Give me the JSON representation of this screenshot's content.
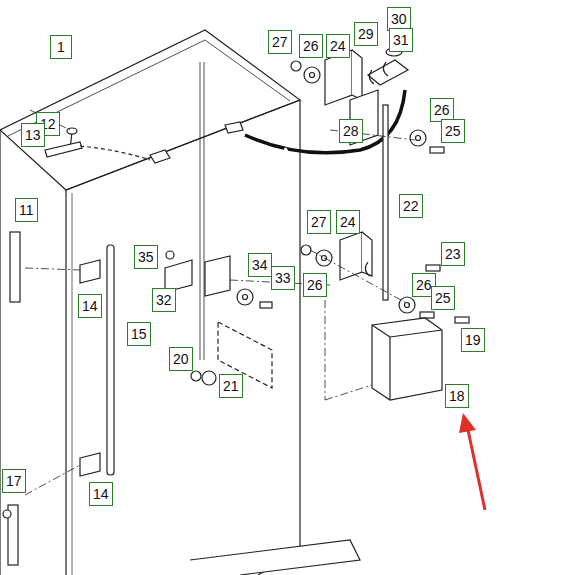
{
  "diagram": {
    "labels": [
      "1",
      "12",
      "13",
      "11",
      "27",
      "26",
      "24",
      "29",
      "30",
      "31",
      "28",
      "26",
      "25",
      "22",
      "27",
      "24",
      "23",
      "35",
      "34",
      "33",
      "26",
      "26",
      "25",
      "32",
      "14",
      "15",
      "20",
      "21",
      "19",
      "18",
      "14",
      "17"
    ]
  }
}
